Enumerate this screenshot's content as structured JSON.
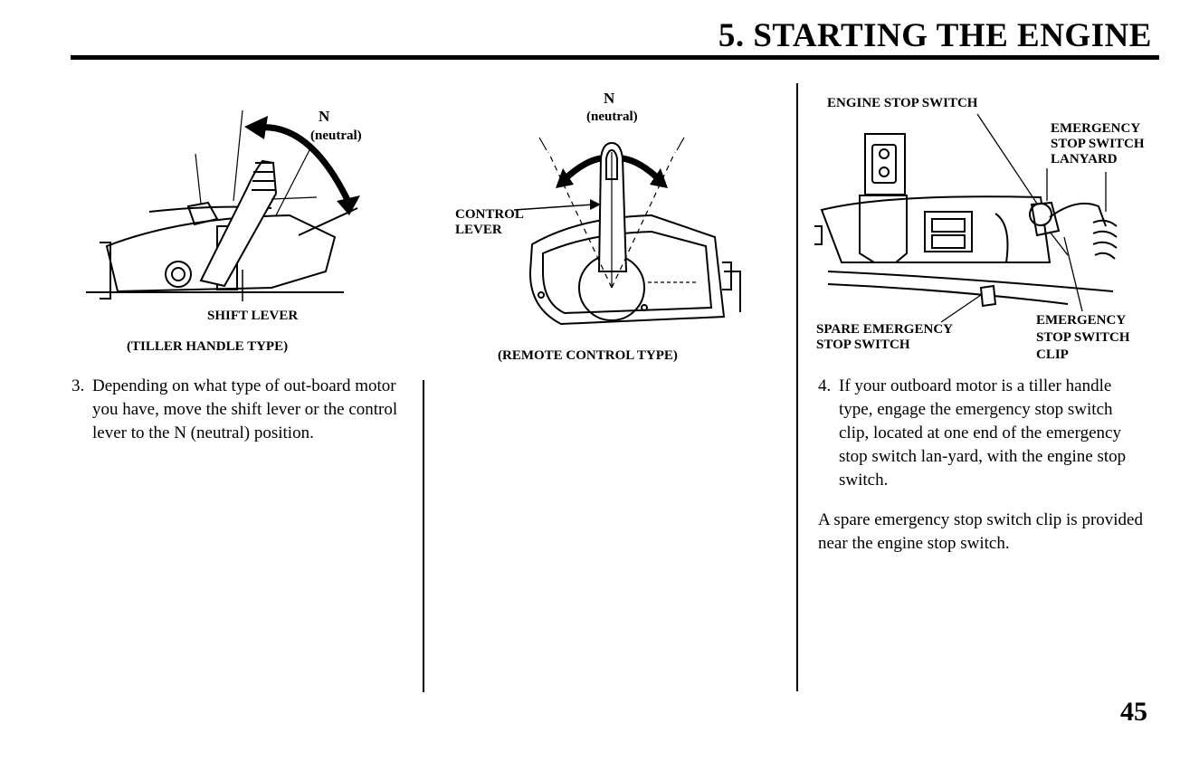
{
  "header": {
    "title": "5. STARTING THE ENGINE"
  },
  "figure_tiller": {
    "n_label": "N",
    "neutral_label": "(neutral)",
    "shift_lever_label": "SHIFT LEVER",
    "caption": "(TILLER HANDLE TYPE)"
  },
  "figure_remote": {
    "n_label": "N",
    "neutral_label": "(neutral)",
    "control_label": "CONTROL",
    "lever_label": "LEVER",
    "caption": "(REMOTE CONTROL TYPE)"
  },
  "figure_stop": {
    "engine_stop_switch_label": "ENGINE STOP SWITCH",
    "lanyard_label_1": "EMERGENCY",
    "lanyard_label_2": "STOP SWITCH",
    "lanyard_label_3": "LANYARD",
    "spare_label_1": "SPARE EMERGENCY",
    "spare_label_2": "STOP SWITCH",
    "clip_label_1": "EMERGENCY",
    "clip_label_2": "STOP SWITCH",
    "clip_label_3": "CLIP"
  },
  "step3": {
    "number": "3.",
    "text": "Depending on what type of out-board motor you have, move the shift lever or the control lever to the N (neutral) position."
  },
  "step4": {
    "number": "4.",
    "text": "If your outboard motor is a tiller handle type, engage the emergency stop switch clip, located at one end of the emergency stop switch lan-yard, with the engine stop switch."
  },
  "note": {
    "text": "A spare emergency stop switch clip is provided near the engine stop switch."
  },
  "footer": {
    "page_number": "45"
  }
}
